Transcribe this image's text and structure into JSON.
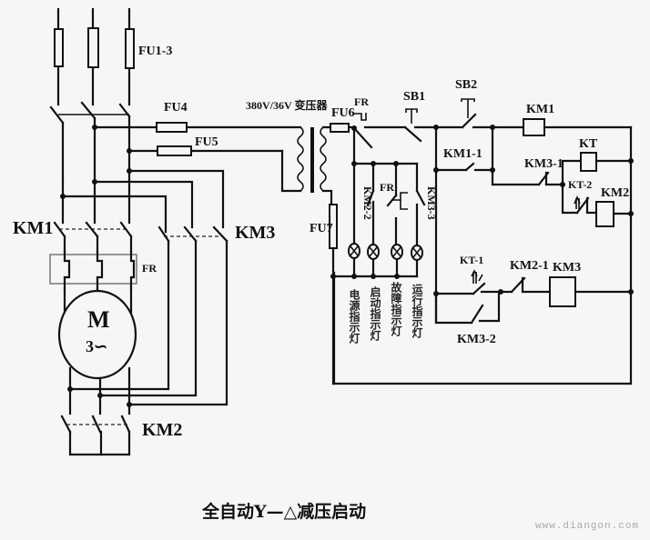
{
  "diagram": {
    "title": "全自动Y—△减压启动",
    "watermark": "www.diangon.com",
    "colors": {
      "background": "#f6f6f6",
      "line": "#111111"
    },
    "labels": {
      "fu1_3": "FU1-3",
      "fu4": "FU4",
      "fu5": "FU5",
      "fu6": "FU6",
      "fu7": "FU7",
      "transformer": "380V/36V 变压器",
      "km1_main": "KM1",
      "km2_main": "KM2",
      "km3_main": "KM3",
      "fr_main": "FR",
      "fr_ctrl": "FR",
      "fr_lamp": "FR",
      "motor_m": "M",
      "motor_phase": "3∽",
      "sb1": "SB1",
      "sb2": "SB2",
      "km1_coil": "KM1",
      "km1_1": "KM1-1",
      "km3_1": "KM3-1",
      "kt_coil": "KT",
      "kt_2": "KT-2",
      "km2_coil": "KM2",
      "kt_1": "KT-1",
      "km2_1": "KM2-1",
      "km3_coil": "KM3",
      "km3_2": "KM3-2",
      "km2_2": "KM2-2",
      "km3_3": "KM3-3"
    },
    "indicator_lamps": [
      {
        "label": "电源指示灯"
      },
      {
        "label": "启动指示灯"
      },
      {
        "label": "故障指示灯"
      },
      {
        "label": "运行指示灯"
      }
    ]
  }
}
